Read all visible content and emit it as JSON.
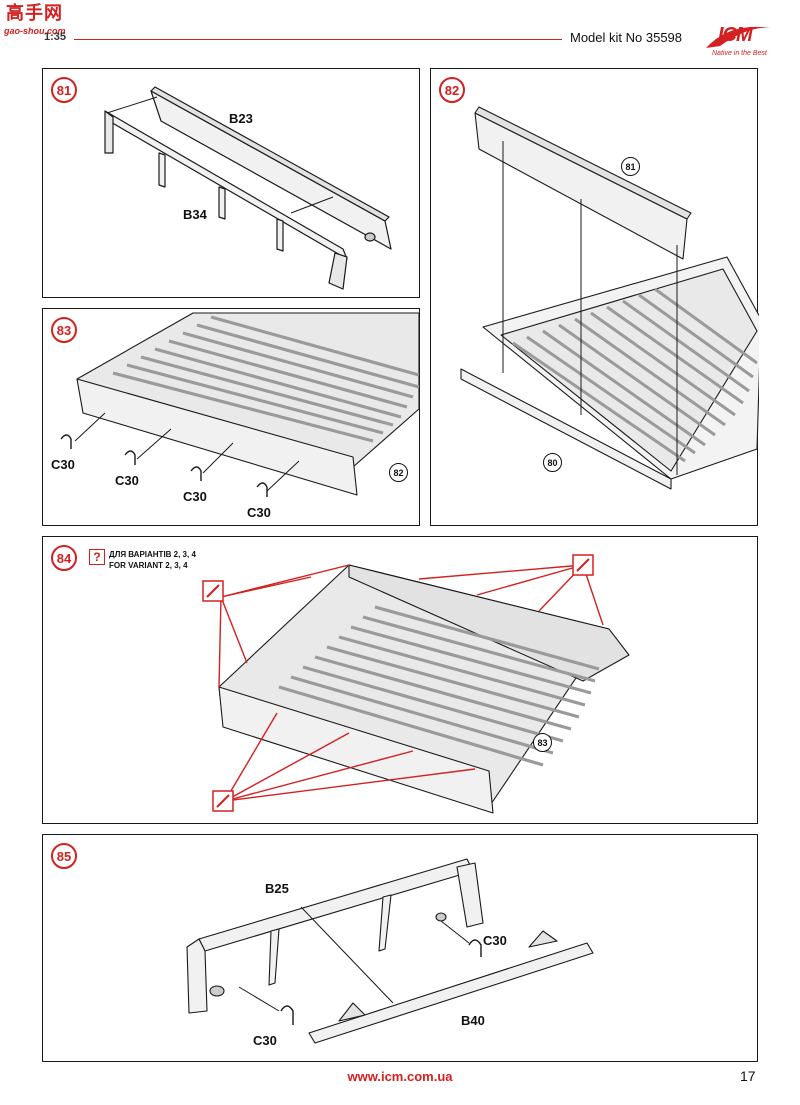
{
  "header": {
    "watermark_cn": "高手网",
    "watermark_url": "gao-shou.com",
    "scale": "1:35",
    "model_kit": "Model kit No 35598",
    "logo": "ICM",
    "logo_tagline": "Native in the Best"
  },
  "steps": [
    {
      "number": "81",
      "parts": [
        "B23",
        "B34"
      ]
    },
    {
      "number": "82",
      "refs": [
        "81",
        "80"
      ]
    },
    {
      "number": "83",
      "parts": [
        "C30",
        "C30",
        "C30",
        "C30"
      ],
      "refs": [
        "82"
      ]
    },
    {
      "number": "84",
      "variant_ua": "ДЛЯ ВАРІАНТІВ 2, 3, 4",
      "variant_en": "FOR VARIANT 2, 3, 4",
      "question_mark": "?",
      "refs": [
        "83"
      ]
    },
    {
      "number": "85",
      "parts": [
        "B25",
        "C30",
        "B40",
        "C30"
      ]
    }
  ],
  "footer": {
    "url": "www.icm.com.ua",
    "page_number": "17"
  },
  "colors": {
    "accent": "#d42020",
    "line": "#1a1a1a",
    "part_fill": "#f1f1f1"
  }
}
